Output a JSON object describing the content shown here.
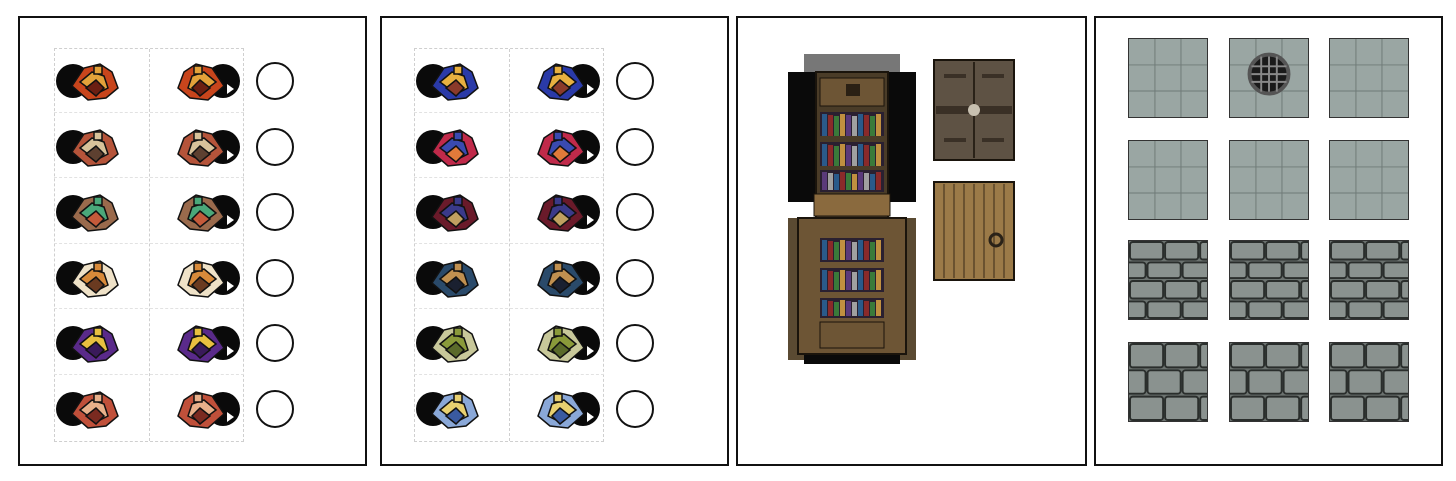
{
  "colors": {
    "panel_border": "#111111",
    "token_back": "#0a0a0a",
    "floor_tile": "#9aa6a3",
    "wall_tile": "#6c7370",
    "wood_dark": "#3b3121",
    "wood_light": "#8a6a3e",
    "door_plank": "#9b7a48",
    "door_iron": "#5a4c3c"
  },
  "panels": [
    {
      "id": "token-sheet-1",
      "rows": [
        {
          "palette": [
            "#c8451c",
            "#e3a23a",
            "#6b1f12"
          ]
        },
        {
          "palette": [
            "#b5543a",
            "#d8c29a",
            "#5d4030"
          ]
        },
        {
          "palette": [
            "#9a6a4c",
            "#4aa87a",
            "#c45a3a"
          ]
        },
        {
          "palette": [
            "#efe2c8",
            "#d88a3a",
            "#6a3a20"
          ]
        },
        {
          "palette": [
            "#5a2a8a",
            "#e8c040",
            "#3a1a5a"
          ]
        },
        {
          "palette": [
            "#c0503a",
            "#e8b08a",
            "#7a2a20"
          ]
        }
      ]
    },
    {
      "id": "token-sheet-2",
      "rows": [
        {
          "palette": [
            "#2a3aa8",
            "#e8b040",
            "#8a3a2a"
          ]
        },
        {
          "palette": [
            "#c02a4a",
            "#3a4ab0",
            "#e07a3a"
          ]
        },
        {
          "palette": [
            "#6a1a2a",
            "#3a3a8a",
            "#c0a060"
          ]
        },
        {
          "palette": [
            "#2a4a6a",
            "#c09050",
            "#1a2030"
          ]
        },
        {
          "palette": [
            "#c8c89a",
            "#8a9a3a",
            "#5a6a2a"
          ]
        },
        {
          "palette": [
            "#8aa8d8",
            "#e8d070",
            "#3a5aa0"
          ]
        }
      ]
    },
    {
      "id": "furniture-sheet",
      "items": [
        {
          "icon": "bookcase-icon"
        },
        {
          "icon": "double-door-icon"
        },
        {
          "icon": "wooden-door-icon"
        }
      ]
    },
    {
      "id": "dungeon-tiles-sheet",
      "tiles": [
        {
          "type": "floor"
        },
        {
          "type": "floor-grate"
        },
        {
          "type": "floor"
        },
        {
          "type": "floor"
        },
        {
          "type": "floor"
        },
        {
          "type": "floor"
        },
        {
          "type": "wall"
        },
        {
          "type": "wall"
        },
        {
          "type": "wall"
        },
        {
          "type": "brick"
        },
        {
          "type": "brick"
        },
        {
          "type": "brick"
        }
      ]
    }
  ]
}
